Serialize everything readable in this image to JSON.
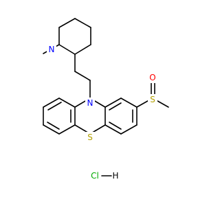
{
  "molecule": {
    "atoms": [
      {
        "id": "N1",
        "label": "N",
        "color": "#0000ff"
      },
      {
        "id": "N2",
        "label": "N",
        "color": "#0000ff"
      },
      {
        "id": "S1",
        "label": "S",
        "color": "#b3a100"
      },
      {
        "id": "S2",
        "label": "S",
        "color": "#b3a100"
      },
      {
        "id": "O1",
        "label": "O",
        "color": "#ff0000"
      }
    ],
    "salt": {
      "left": "Cl",
      "left_color": "#00aa00",
      "right": "H",
      "right_color": "#000000"
    }
  }
}
